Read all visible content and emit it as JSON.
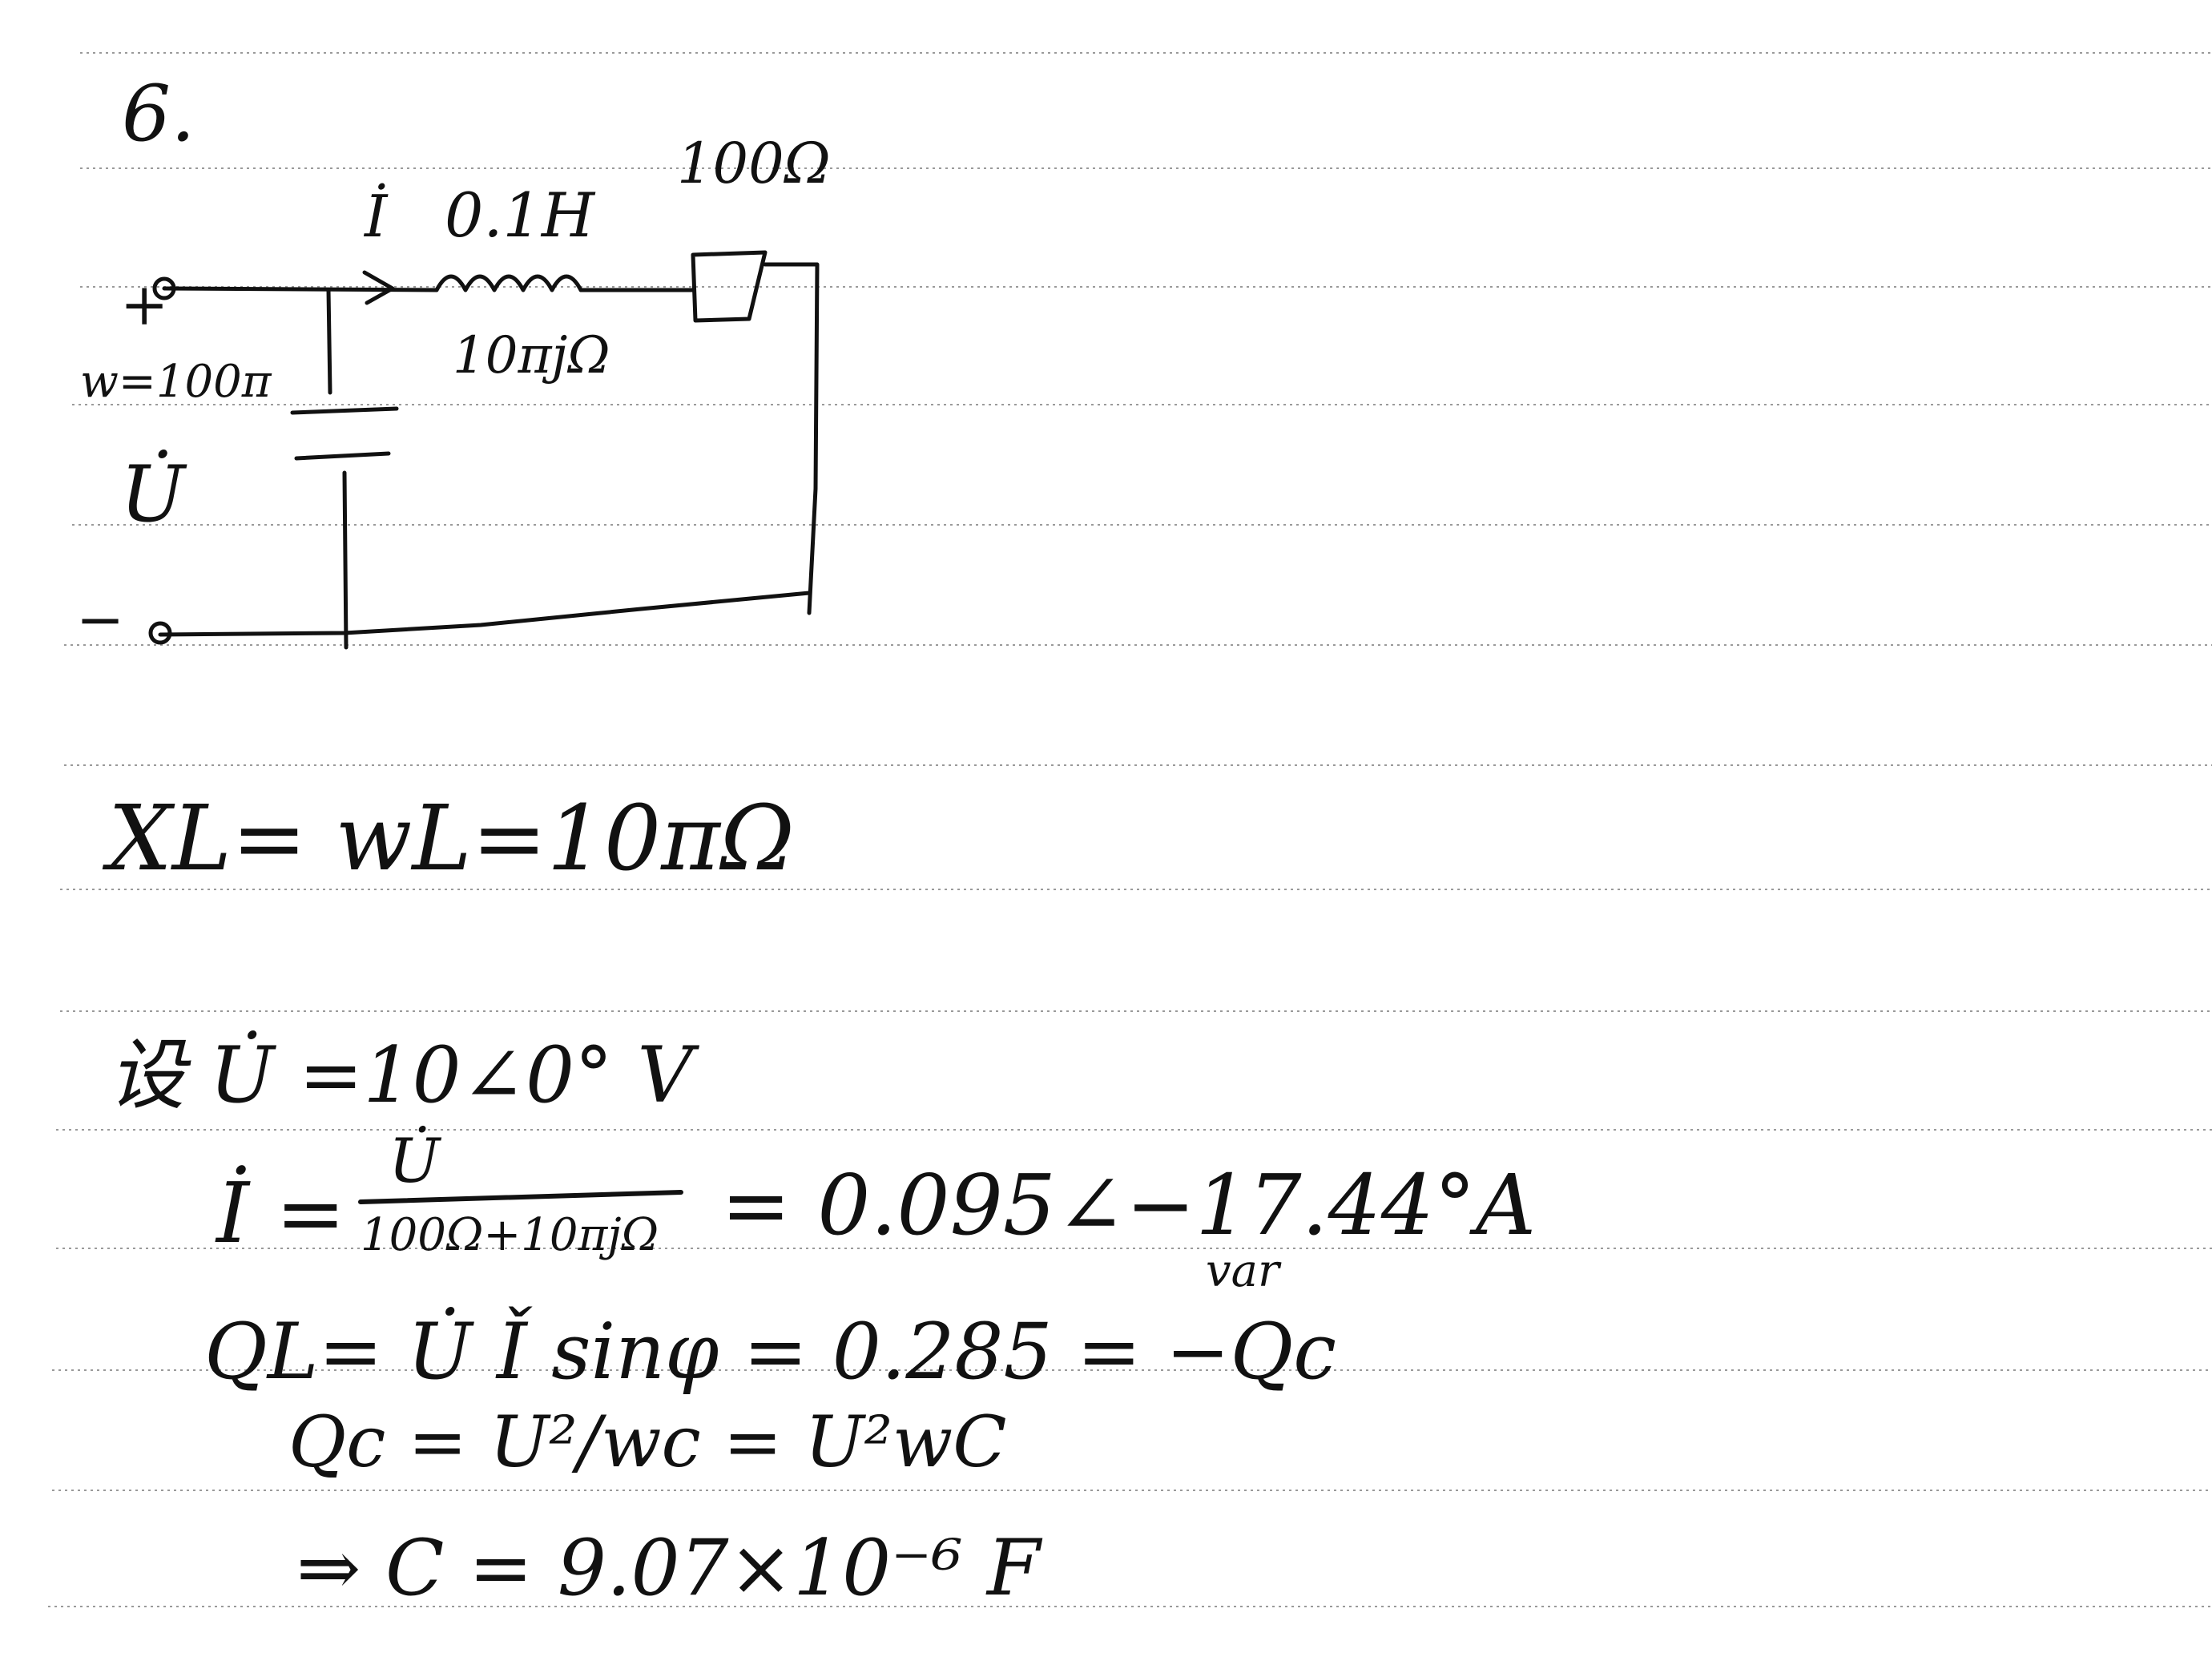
{
  "problem_number": "6.",
  "circuit": {
    "current_label": "İ",
    "inductor_label": "0.1H",
    "resistor_label": "100Ω",
    "reactance_label": "10πjΩ",
    "plus_terminal": "+",
    "minus_terminal": "−",
    "omega_label": "w=100π",
    "voltage_label": "U̇"
  },
  "work": {
    "line1": "XL= wL=10πΩ",
    "line2": "设 U̇ =10∠0° V",
    "line3_lhs": "İ =",
    "line3_num": "U̇",
    "line3_den": "100Ω+10πjΩ",
    "line3_rhs": "= 0.095∠−17.44°A",
    "line4_unit": "var",
    "line4": "QL= U̇ Ǐ sinφ = 0.285 = −Qc",
    "line5": "Qc = U²/wc = U²wC",
    "line6": "⇒ C = 9.07×10⁻⁶ F"
  }
}
